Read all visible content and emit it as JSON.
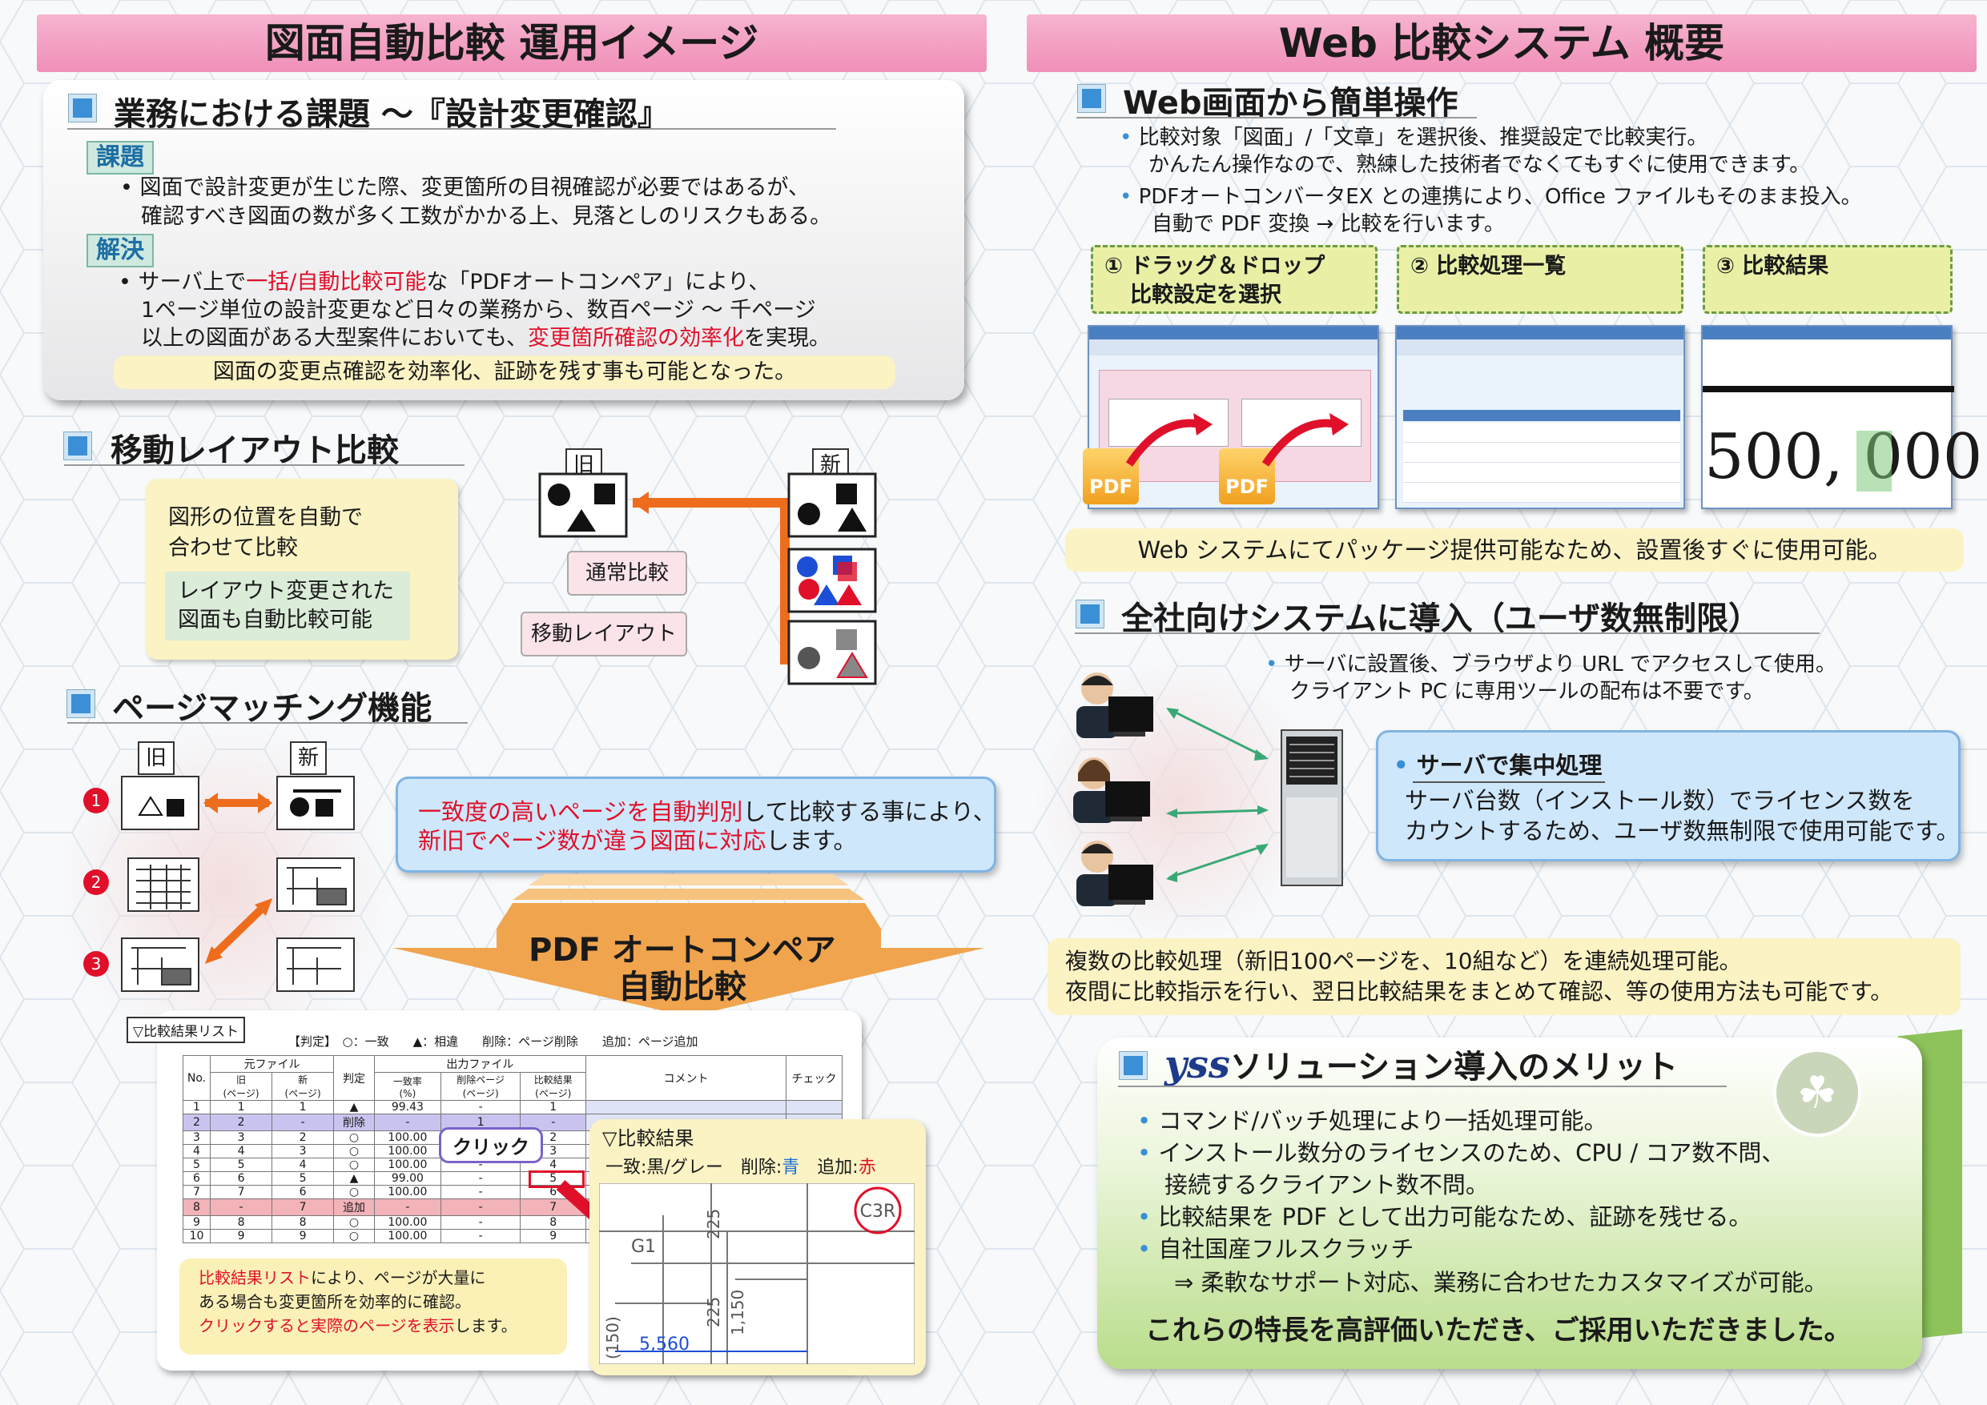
{
  "left": {
    "band_title": "図面自動比較 運用イメージ",
    "issue": {
      "title": "業務における課題 ～『設計変更確認』",
      "tag_problem": "課題",
      "problem_l1": "図面で設計変更が生じた際、変更箇所の目視確認が必要ではあるが、",
      "problem_l2": "確認すべき図面の数が多く工数がかかる上、見落としのリスクもある。",
      "tag_solution": "解決",
      "sol_l1_a": "サーバ上で",
      "sol_l1_b": "一括/自動比較可能",
      "sol_l1_c": "な「PDFオートコンペア」により、",
      "sol_l2": "1ページ単位の設計変更など日々の業務から、数百ページ ～ 千ページ",
      "sol_l3_a": "以上の図面がある大型案件においても、",
      "sol_l3_b": "変更箇所確認の効率化",
      "sol_l3_c": "を実現。",
      "note": "図面の変更点確認を効率化、証跡を残す事も可能となった。"
    },
    "layout": {
      "title": "移動レイアウト比較",
      "desc_l1": "図形の位置を自動で",
      "desc_l2": "合わせて比較",
      "sub_l1": "レイアウト変更された",
      "sub_l2": "図面も自動比較可能",
      "old": "旧",
      "new": "新",
      "normal": "通常比較",
      "moved": "移動レイアウト"
    },
    "paging": {
      "title": "ページマッチング機能",
      "old": "旧",
      "new": "新",
      "n1": "1",
      "n2": "2",
      "n3": "3",
      "callout_l1_a": "一致度の高いページを自動判別",
      "callout_l1_b": "して比較する事により、",
      "callout_l2_a": "新旧でページ数が違う図面に対応",
      "callout_l2_b": "します。",
      "arrow_l1": "PDF オートコンペア",
      "arrow_l2": "自動比較",
      "list_tag": "▽比較結果リスト",
      "legend": "【判定】　○：一致　　▲：相違　　削除：ページ削除　　追加：ページ追加",
      "click": "クリック",
      "result_title": "▽比較結果",
      "result_legend_a": "一致:黒/グレー　削除:",
      "result_legend_b": "青",
      "result_legend_c": "　追加:",
      "result_legend_d": "赤",
      "drawing_labels": [
        "C3R",
        "G1",
        "225",
        "225",
        "1,150",
        "5,560",
        "(150)"
      ],
      "note_l1_a": "比較結果リスト",
      "note_l1_b": "により、ページが大量に",
      "note_l2": "ある場合も変更箇所を効率的に確認。",
      "note_l3_a": "クリックすると実際のページを表示",
      "note_l3_b": "します。"
    },
    "table": {
      "headers": [
        "No.",
        "元ファイル",
        "旧\n(ページ)",
        "新\n(ページ)",
        "判定",
        "出力ファイル",
        "一致率\n(%)",
        "削除ページ\n(ページ)",
        "比較結果\n(ページ)",
        "コメント",
        "チェック"
      ],
      "rows": [
        [
          "1",
          "1",
          "1",
          "▲",
          "99.43",
          "-",
          "1"
        ],
        [
          "2",
          "2",
          "-",
          "削除",
          "-",
          "1",
          "-"
        ],
        [
          "3",
          "3",
          "2",
          "○",
          "100.00",
          "-",
          "2"
        ],
        [
          "4",
          "4",
          "3",
          "○",
          "100.00",
          "-",
          "3"
        ],
        [
          "5",
          "5",
          "4",
          "○",
          "100.00",
          "-",
          "4"
        ],
        [
          "6",
          "6",
          "5",
          "▲",
          "99.00",
          "-",
          "5"
        ],
        [
          "7",
          "7",
          "6",
          "○",
          "100.00",
          "-",
          "6"
        ],
        [
          "8",
          "-",
          "7",
          "追加",
          "-",
          "-",
          "7"
        ],
        [
          "9",
          "8",
          "8",
          "○",
          "100.00",
          "-",
          "8"
        ],
        [
          "10",
          "9",
          "9",
          "○",
          "100.00",
          "-",
          "9"
        ]
      ]
    }
  },
  "right": {
    "band_title": "Web 比較システム 概要",
    "web": {
      "title": "Web画面から簡単操作",
      "b1_l1": "比較対象「図面」/「文章」を選択後、推奨設定で比較実行。",
      "b1_l2": "かんたん操作なので、熟練した技術者でなくてもすぐに使用できます。",
      "b2_l1": "PDFオートコンバータEX との連携により、Office ファイルもそのまま投入。",
      "b2_l2": "自動で PDF 変換 → 比較を行います。",
      "step1_l1": "① ドラッグ＆ドロップ",
      "step1_l2": "比較設定を選択",
      "step2": "② 比較処理一覧",
      "step3": "③ 比較結果",
      "pdf": "PDF",
      "zoom_text": "500, 000",
      "zoom_highlight": "0",
      "note": "Web システムにてパッケージ提供可能なため、設置後すぐに使用可能。"
    },
    "company": {
      "title": "全社向けシステムに導入（ユーザ数無制限）",
      "b1_l1": "サーバに設置後、ブラウザより URL でアクセスして使用。",
      "b1_l2": "クライアント PC に専用ツールの配布は不要です。",
      "box_title": "サーバで集中処理",
      "box_l1": "サーバ台数（インストール数）でライセンス数を",
      "box_l2": "カウントするため、ユーザ数無制限で使用可能です。",
      "batch_l1": "複数の比較処理（新旧100ページを、10組など）を連続処理可能。",
      "batch_l2": "夜間に比較指示を行い、翌日比較結果をまとめて確認、等の使用方法も可能です。"
    },
    "merit": {
      "brand": "yss",
      "title": "ソリューション導入のメリット",
      "items": [
        "コマンド/バッチ処理により一括処理可能。",
        "インストール数分のライセンスのため、CPU / コア数不問、",
        "接続するクライアント数不問。",
        "比較結果を PDF として出力可能なため、証跡を残せる。",
        "自社国産フルスクラッチ",
        "⇒ 柔軟なサポート対応、業務に合わせたカスタマイズが可能。"
      ],
      "closing": "これらの特長を高評価いただき、ご採用いただきました。"
    }
  },
  "colors": {
    "pink_band": "#f08fb8",
    "accent_blue": "#3a8fd6",
    "red": "#e0102a",
    "orange": "#ee6d1d",
    "yellow_note": "#fbf3c4",
    "green_card": "#b9dd8b"
  }
}
